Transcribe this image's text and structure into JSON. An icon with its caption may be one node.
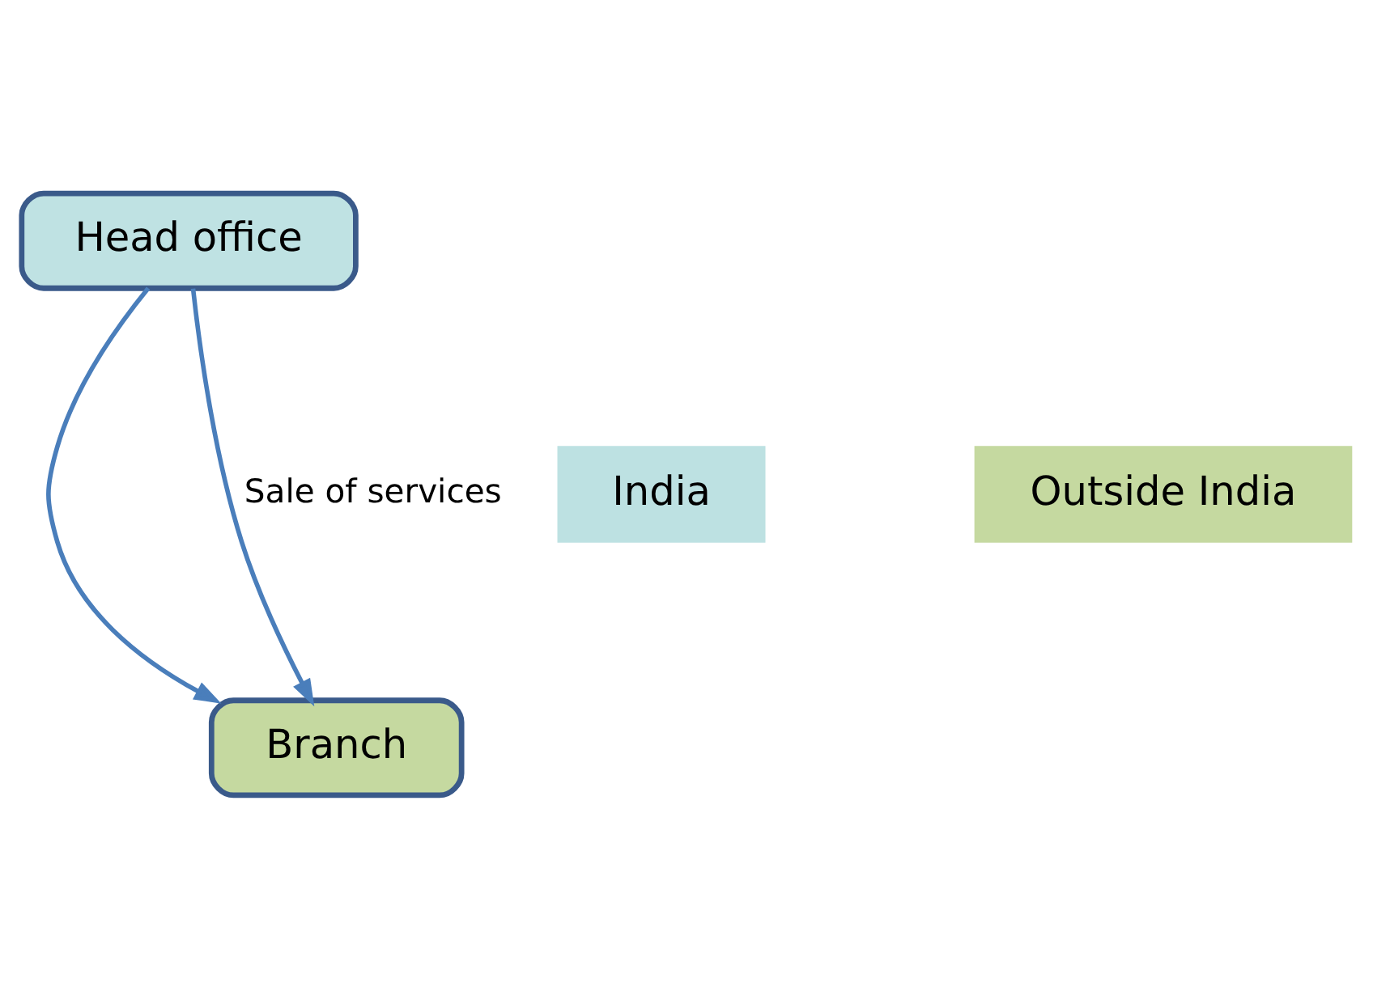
{
  "diagram": {
    "nodes": [
      {
        "text": [
          "Head office"
        ]
      },
      {
        "text": [
          "Branch"
        ]
      },
      {
        "text": [
          "India"
        ]
      },
      {
        "text": [
          "Outside India"
        ]
      }
    ],
    "edges": [
      {
        "from": 0,
        "to": 1,
        "arrow": "to"
      },
      {
        "from": 0,
        "to": 1,
        "arrow": "to",
        "label": "Sale of services"
      }
    ]
  }
}
